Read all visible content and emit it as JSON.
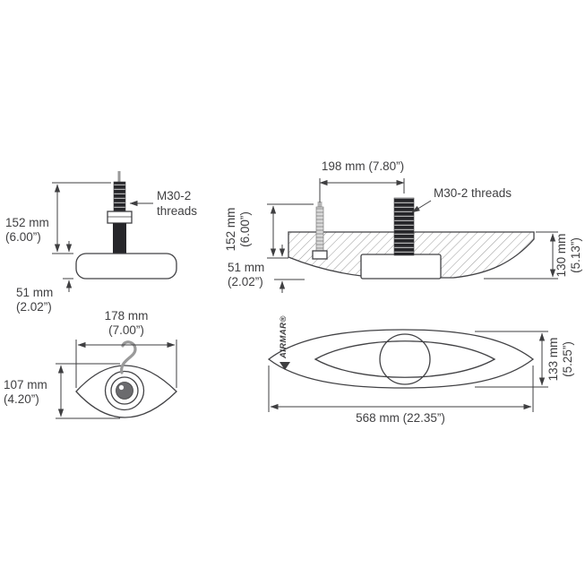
{
  "colors": {
    "ink": "#3f3f41",
    "stem_dark": "#26262a",
    "cable_gray": "#9a9a9a",
    "hatch_gray": "#9a9a9a"
  },
  "side_view": {
    "thread_label": [
      "M30-2",
      "threads"
    ],
    "dim_height": [
      "152 mm",
      "(6.00”)"
    ],
    "dim_base": [
      "51 mm",
      "(2.02”)"
    ]
  },
  "section_view": {
    "dim_width": "198 mm (7.80”)",
    "thread_label": "M30-2 threads",
    "dim_height": [
      "152 mm",
      "(6.00”)"
    ],
    "dim_base": [
      "51 mm",
      "(2.02”)"
    ],
    "dim_depth": [
      "130 mm",
      "(5.13”)"
    ]
  },
  "front_view": {
    "dim_width": [
      "178 mm",
      "(7.00”)"
    ],
    "dim_height": [
      "107 mm",
      "(4.20”)"
    ]
  },
  "plan_view": {
    "brand": "AIRMAR®",
    "dim_length": "568 mm (22.35”)",
    "dim_height": [
      "133 mm",
      "(5.25”)"
    ]
  }
}
